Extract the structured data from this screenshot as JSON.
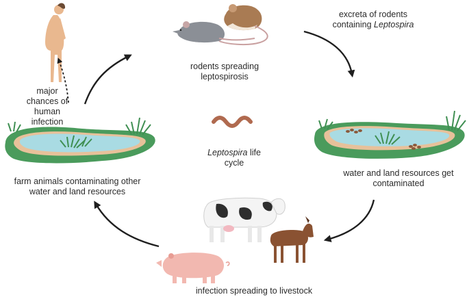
{
  "labels": {
    "rodents": "rodents spreading leptospirosis",
    "excreta_prefix": "excreta of rodents containing",
    "excreta_italic": "Leptospira",
    "contaminated": "water and land resources get contaminated",
    "livestock": "infection spreading to livestock",
    "farm_animals": "farm animals contaminating other water and land resources",
    "human_1": "major",
    "human_2": "chances of",
    "human_3": "human",
    "human_4": "infection",
    "center_italic": "Leptospira",
    "center_rest": " life cycle"
  },
  "colors": {
    "pond_water": "#a9dbe3",
    "pond_bank": "#e7c19a",
    "pond_grass": "#3f8f52",
    "arrow": "#1f1f1f",
    "rat": "#8b8f96",
    "mouse": "#a97b53",
    "worm": "#b06a4f",
    "human": "#e9b88f",
    "cow_spot": "#2e2e2e",
    "goat": "#8a5232",
    "pig": "#f2b8b0"
  }
}
